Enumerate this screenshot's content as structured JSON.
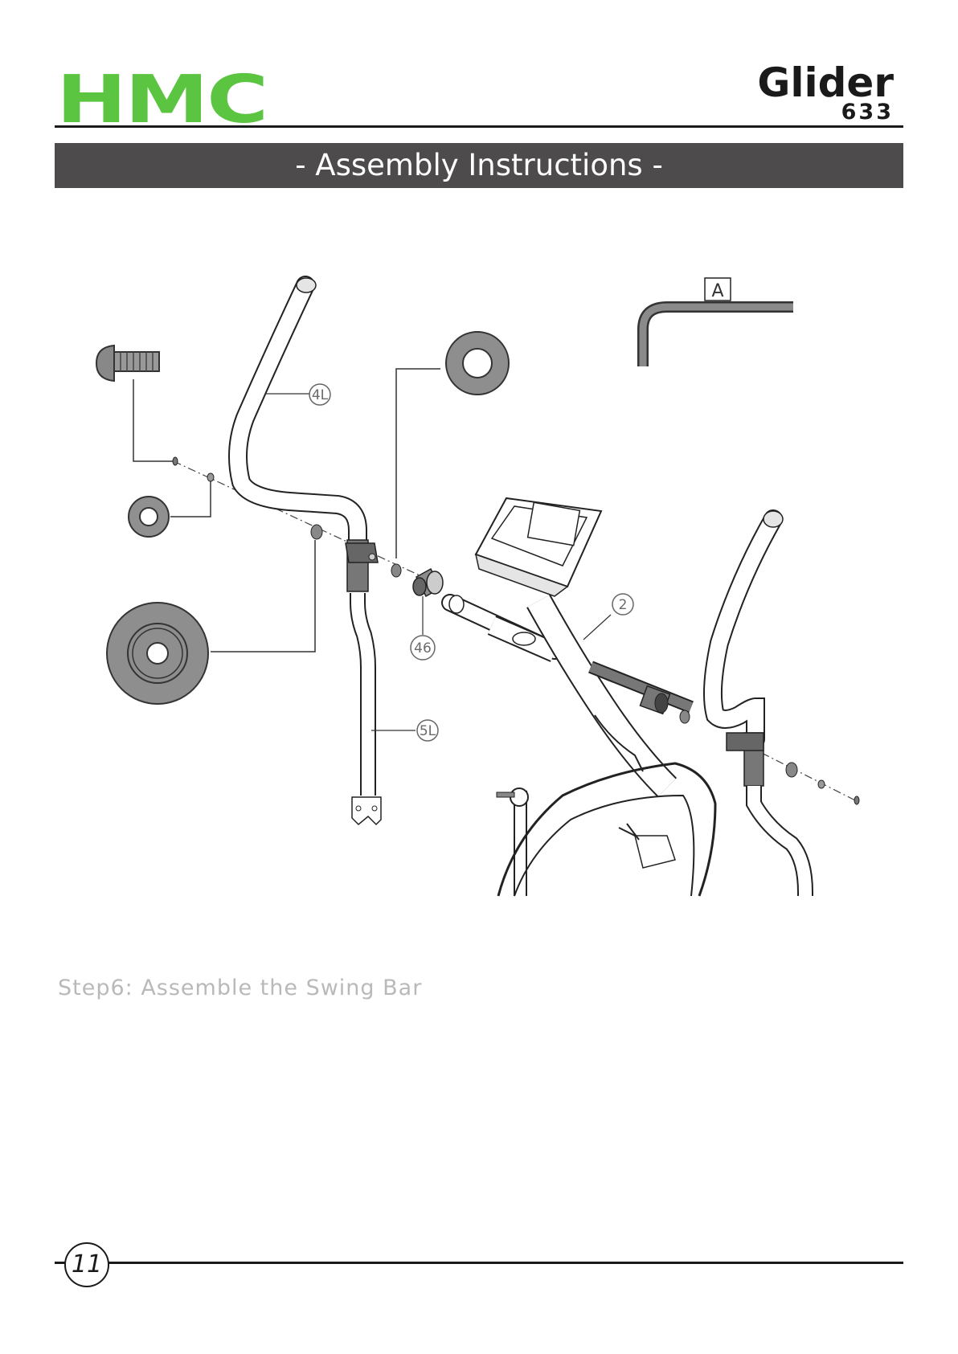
{
  "header": {
    "brand_logo": "HMC",
    "model_name": "Glider",
    "model_number": "633"
  },
  "banner": {
    "title": "- Assembly Instructions -"
  },
  "diagram": {
    "tool_label": "A",
    "part_labels": {
      "upper_left_swing_arm": "4L",
      "lower_left_swing_arm": "5L",
      "main_frame": "2",
      "bushing": "46"
    }
  },
  "step": {
    "title": "Step6: Assemble the Swing Bar"
  },
  "footer": {
    "page_number": "11"
  }
}
